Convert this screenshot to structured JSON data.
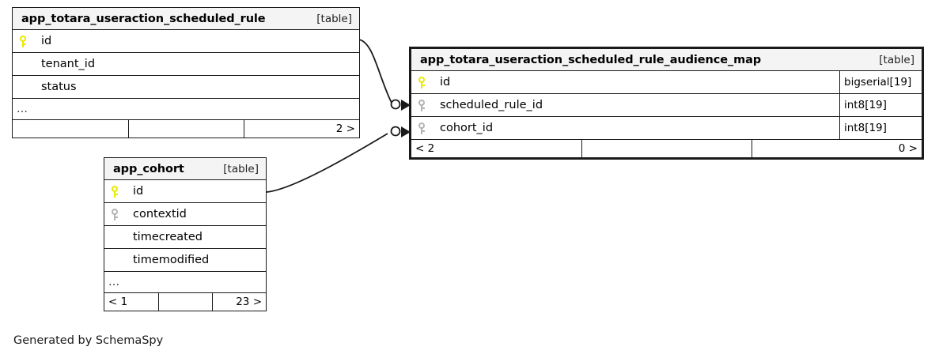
{
  "diagram": {
    "kind_label": "[table]",
    "more_glyph": "…",
    "credit": "Generated by SchemaSpy"
  },
  "tables": {
    "scheduled_rule": {
      "name": "app_totara_useraction_scheduled_rule",
      "kind": "[table]",
      "columns": [
        {
          "name": "id",
          "key": "primary",
          "type": ""
        },
        {
          "name": "tenant_id",
          "key": "none",
          "type": ""
        },
        {
          "name": "status",
          "key": "none",
          "type": ""
        }
      ],
      "has_more": true,
      "more": "…",
      "footer": {
        "left": "",
        "center": "",
        "right": "2 >"
      }
    },
    "audience_map": {
      "name": "app_totara_useraction_scheduled_rule_audience_map",
      "kind": "[table]",
      "columns": [
        {
          "name": "id",
          "key": "primary",
          "type": "bigserial[19]"
        },
        {
          "name": "scheduled_rule_id",
          "key": "foreign",
          "type": "int8[19]"
        },
        {
          "name": "cohort_id",
          "key": "foreign",
          "type": "int8[19]"
        }
      ],
      "has_more": false,
      "more": "",
      "footer": {
        "left": "< 2",
        "center": "",
        "right": "0 >"
      }
    },
    "cohort": {
      "name": "app_cohort",
      "kind": "[table]",
      "columns": [
        {
          "name": "id",
          "key": "primary",
          "type": ""
        },
        {
          "name": "contextid",
          "key": "foreign",
          "type": ""
        },
        {
          "name": "timecreated",
          "key": "none",
          "type": ""
        },
        {
          "name": "timemodified",
          "key": "none",
          "type": ""
        }
      ],
      "has_more": true,
      "more": "…",
      "footer": {
        "left": "< 1",
        "center": "",
        "right": "23 >"
      }
    }
  },
  "relationships": [
    {
      "from_table": "app_totara_useraction_scheduled_rule",
      "from_column": "id",
      "to_table": "app_totara_useraction_scheduled_rule_audience_map",
      "to_column": "scheduled_rule_id",
      "from_cardinality": "one",
      "to_cardinality": "zero-or-many"
    },
    {
      "from_table": "app_cohort",
      "from_column": "id",
      "to_table": "app_totara_useraction_scheduled_rule_audience_map",
      "to_column": "cohort_id",
      "from_cardinality": "one",
      "to_cardinality": "zero-or-many"
    }
  ],
  "colors": {
    "primary_key": "#e8e800",
    "foreign_key": "#b3b3b3",
    "border": "#1a1a1a",
    "header_bg": "#f4f4f4",
    "page_bg": "#ffffff"
  }
}
